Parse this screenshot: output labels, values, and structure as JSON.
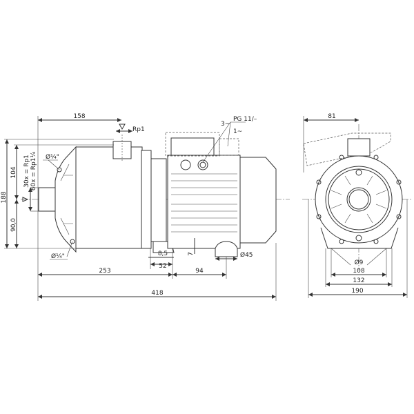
{
  "side_view": {
    "dims": {
      "d158": "158",
      "rp1": "Rp1",
      "pg": "PG 11/–",
      "three_phase": "3~",
      "single_phase": "1~",
      "d104": "104",
      "d188": "188",
      "d90": "90,0",
      "inlet_30x": "30x = Rp1",
      "inlet_60x": "60x = Rp1¼",
      "drain_top": "Ø¼\"",
      "drain_bottom": "Ø¼\"",
      "d8_5": "8,5",
      "d7": "7",
      "d45": "Ø45",
      "d52": "52",
      "d253": "253",
      "d94": "94",
      "d418": "418"
    }
  },
  "front_view": {
    "dims": {
      "d81": "81",
      "d9": "Ø9",
      "d108": "108",
      "d132": "132",
      "d190": "190"
    }
  }
}
